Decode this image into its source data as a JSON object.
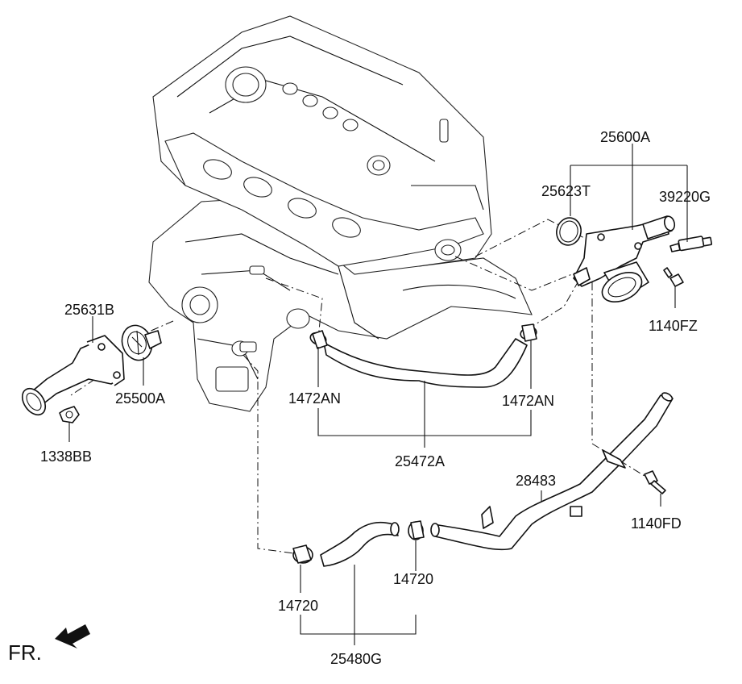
{
  "labels": {
    "p25600A": "25600A",
    "p25623T": "25623T",
    "p39220G": "39220G",
    "p1140FZ": "1140FZ",
    "p25631B": "25631B",
    "p25500A": "25500A",
    "p1338BB": "1338BB",
    "p1472AN_left": "1472AN",
    "p1472AN_right": "1472AN",
    "p25472A": "25472A",
    "p28483": "28483",
    "p1140FD": "1140FD",
    "p14720_left": "14720",
    "p14720_right": "14720",
    "p25480G": "25480G"
  },
  "direction": {
    "label": "FR.",
    "arrow_icon": "front-arrow-icon"
  }
}
